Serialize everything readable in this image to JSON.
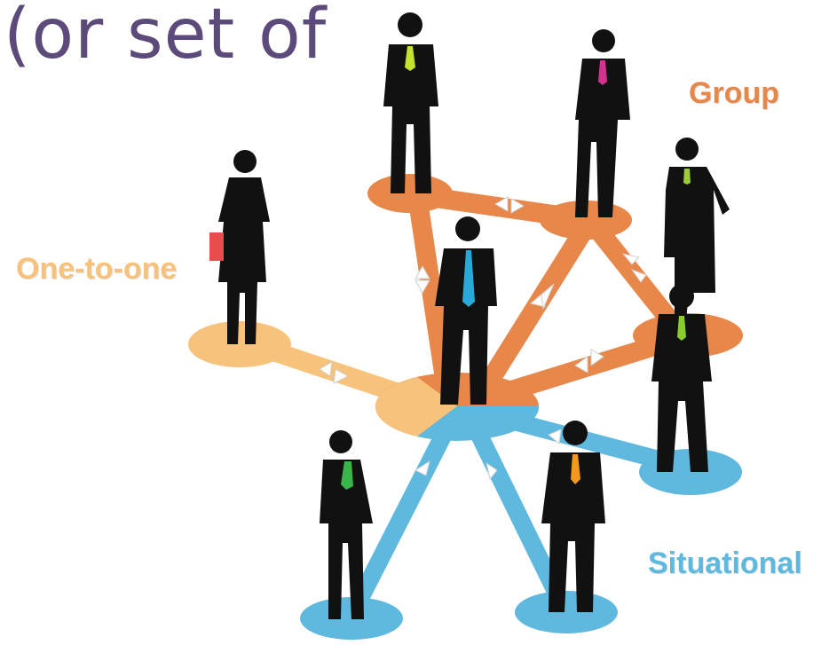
{
  "heading": "(or set of",
  "labels": {
    "group": "Group",
    "one_to_one": "One-to-one",
    "situational": "Situational"
  },
  "colors": {
    "heading": "#5b4a7a",
    "group": "#e8874a",
    "one_to_one": "#f6c27c",
    "situational": "#5fb8dd",
    "figure": "#111111"
  },
  "people": [
    {
      "name": "center-person",
      "tie": "#29a9d8"
    },
    {
      "name": "top-left-person",
      "tie": "#c7e22b"
    },
    {
      "name": "top-right-person",
      "tie": "#d6318f"
    },
    {
      "name": "right-woman",
      "tie": "#9bcc3a"
    },
    {
      "name": "right-person",
      "tie": "#8acb2e"
    },
    {
      "name": "left-woman",
      "tie": "#e84c4c"
    },
    {
      "name": "bottom-left-person",
      "tie": "#39b54a"
    },
    {
      "name": "bottom-right-person",
      "tie": "#f39a1e"
    }
  ]
}
